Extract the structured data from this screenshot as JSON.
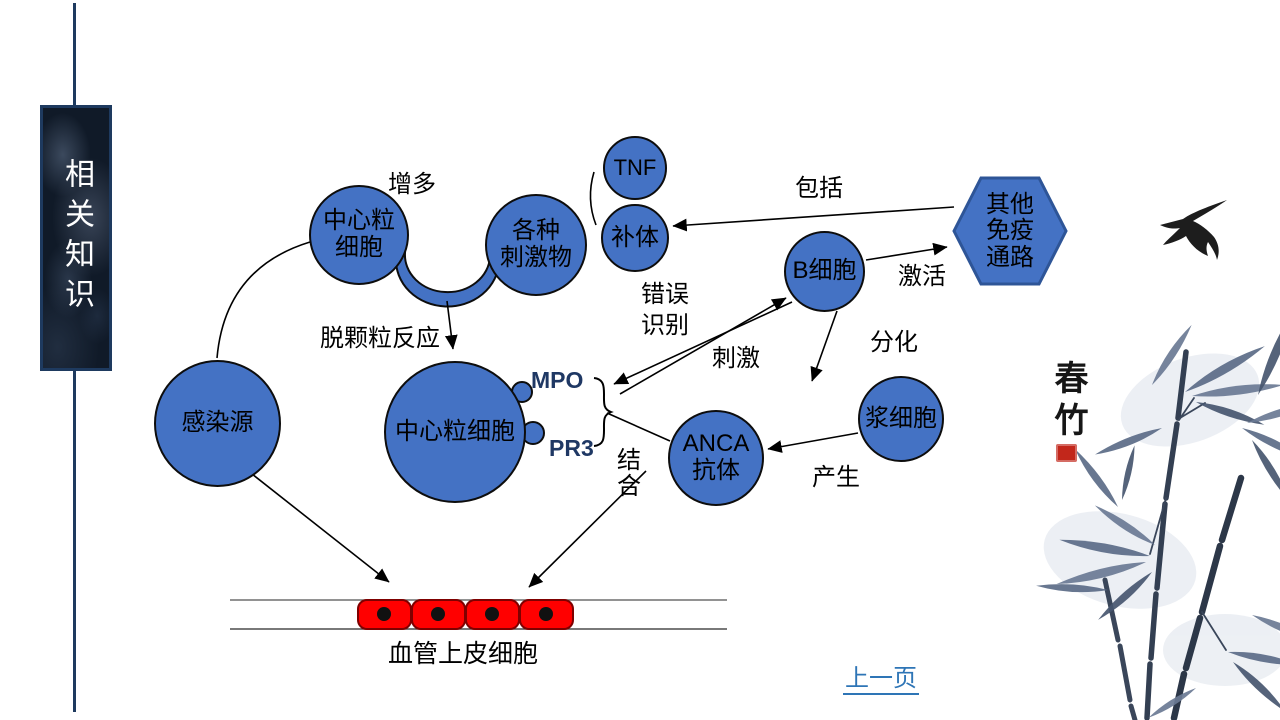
{
  "sidebar": {
    "title": "相关知识"
  },
  "nodes": {
    "centriole_top": "中心粒\n细胞",
    "stimuli": "各种\n刺激物",
    "tnf": "TNF",
    "complement": "补体",
    "bcell": "B细胞",
    "other_pathway": "其他\n免疫\n通路",
    "plasma": "浆细胞",
    "anca": "ANCA\n抗体",
    "infection": "感染源",
    "centriole_big": "中心粒细胞"
  },
  "labels": {
    "increase": "增多",
    "degranulation": "脱颗粒反应",
    "include": "包括",
    "activate": "激活",
    "misrecognize": "错误\n识别",
    "stimulate": "刺激",
    "differentiate": "分化",
    "produce": "产生",
    "bind": "结\n合",
    "mpo": "MPO",
    "pr3": "PR3",
    "vessel": "血管上皮细胞"
  },
  "footer": {
    "prev_page": "上一页"
  },
  "decor": {
    "calligraphy": "春竹"
  },
  "colors": {
    "node_fill": "#4472C4",
    "hexagon_border": "#2E5597",
    "cell_red": "#FF0000",
    "cell_border_red": "#7F0000",
    "link_blue": "#2E75B6",
    "marker_text_navy": "#1F3864",
    "sidebar_navy": "#1E3A5F"
  }
}
